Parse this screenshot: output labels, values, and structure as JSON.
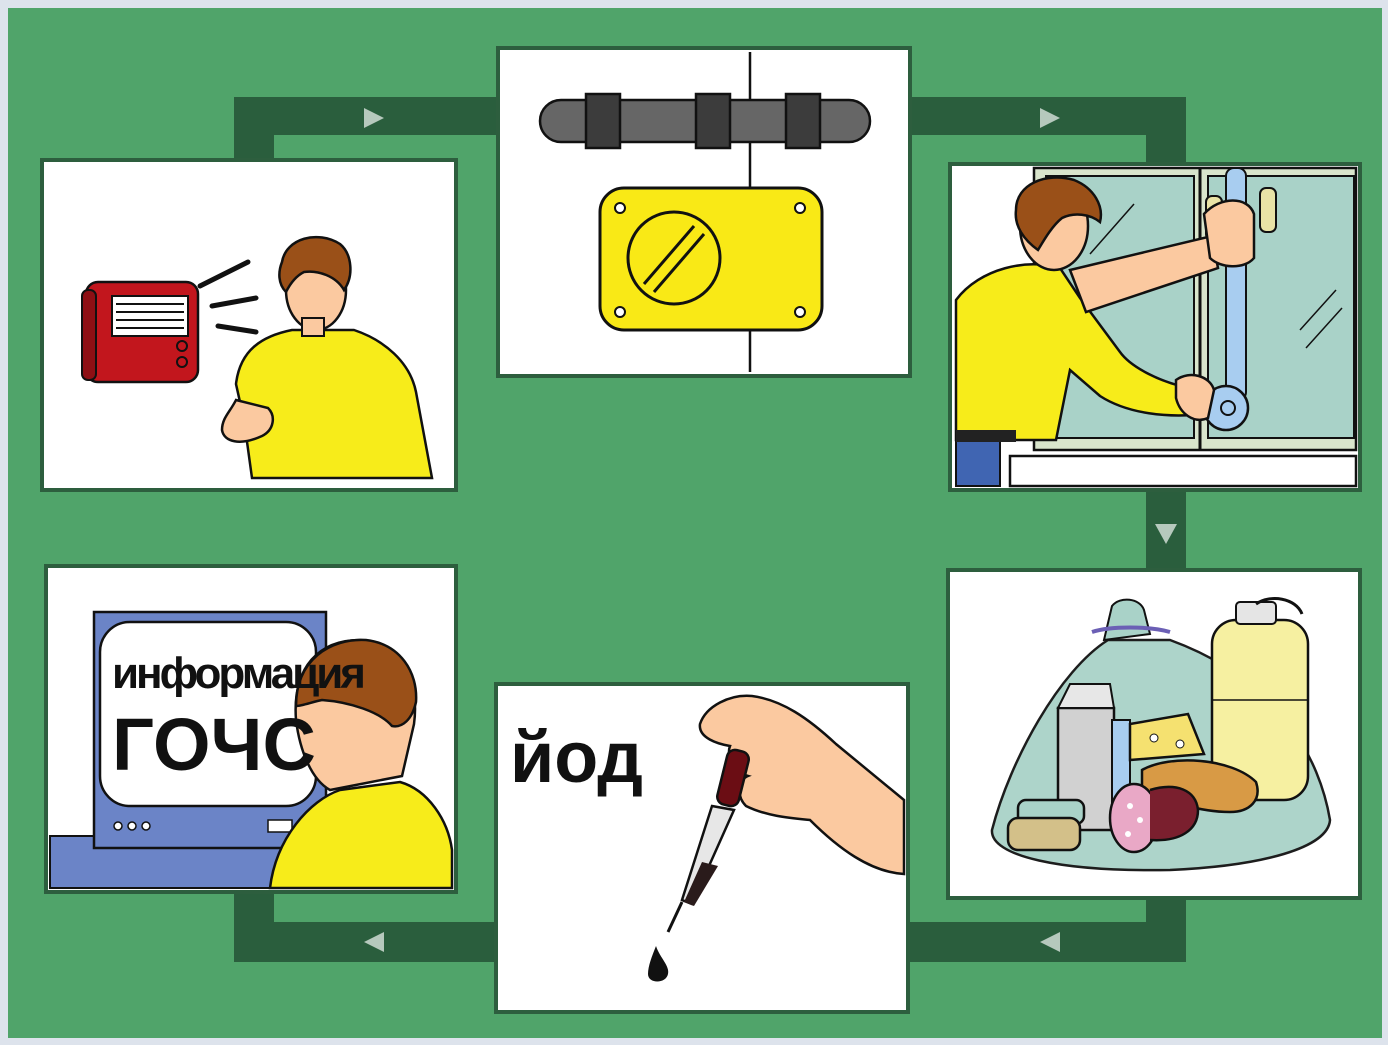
{
  "colors": {
    "background": "#50a46a",
    "rail": "#2a5e3d",
    "arrow": "#b6c9bd",
    "skin": "#fbc9a0",
    "shirt": "#f7ec1a",
    "hair": "#9a5018",
    "radio": "#c2161d",
    "screen": "#6b84c7",
    "lock": "#f9e916"
  },
  "panels": [
    {
      "id": "radio",
      "icon": "radio-listening-icon"
    },
    {
      "id": "lock",
      "icon": "door-lock-icon"
    },
    {
      "id": "window",
      "icon": "window-sealing-icon"
    },
    {
      "id": "food",
      "icon": "food-supplies-icon"
    },
    {
      "id": "iodine",
      "icon": "iodine-dropper-icon",
      "label": "йод"
    },
    {
      "id": "tv",
      "icon": "tv-announcement-icon",
      "label_line1": "информация",
      "label_line2": "ГОЧС"
    }
  ],
  "flow_arrows": [
    "right",
    "right",
    "down",
    "left",
    "left"
  ]
}
